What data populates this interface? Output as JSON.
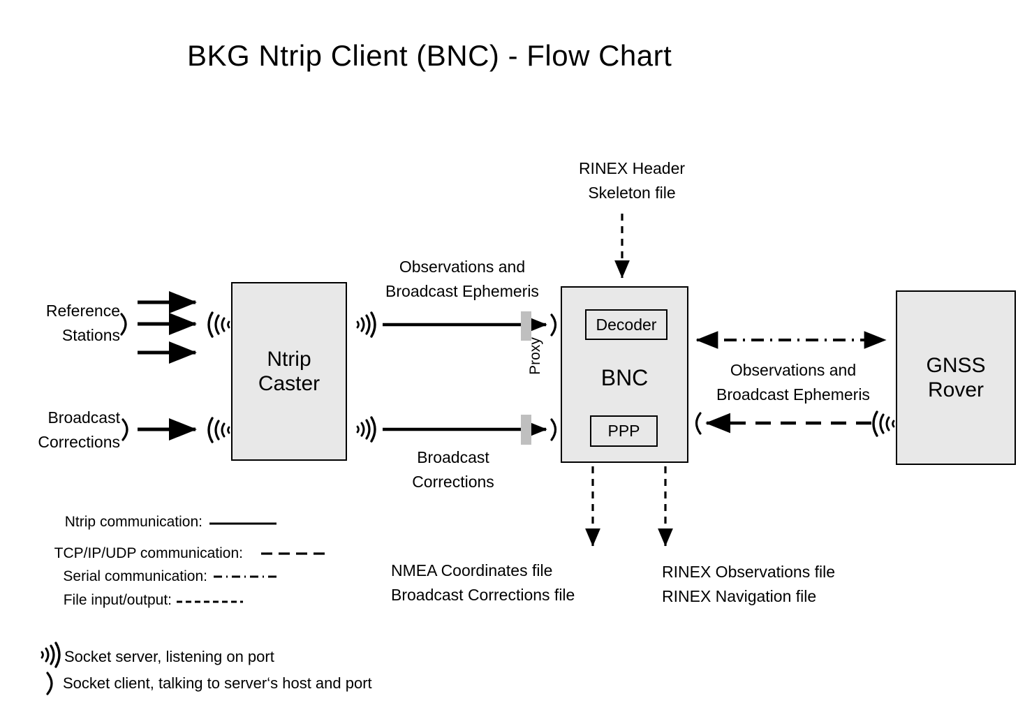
{
  "title": "BKG Ntrip Client (BNC)  -  Flow Chart",
  "nodes": {
    "ntrip_caster": "Ntrip\nCaster",
    "bnc": "BNC",
    "decoder": "Decoder",
    "ppp": "PPP",
    "gnss_rover": "GNSS\nRover"
  },
  "labels": {
    "reference_stations": "Reference\nStations",
    "broadcast_corrections_in": "Broadcast\nCorrections",
    "observations_and_ephemeris_left": "Observations and\nBroadcast Ephemeris",
    "broadcast_corrections_mid": "Broadcast\nCorrections",
    "rinex_header_skeleton": "RINEX Header\nSkeleton file",
    "observations_and_ephemeris_right": "Observations and\nBroadcast Ephemeris",
    "proxy": "Proxy",
    "nmea_outputs": "NMEA Coordinates file\nBroadcast Corrections file",
    "rinex_outputs": "RINEX Observations file\nRINEX Navigation file"
  },
  "legend": {
    "ntrip": "Ntrip communication:",
    "tcp": "TCP/IP/UDP communication:",
    "serial": "Serial communication:",
    "file": "File input/output:",
    "socket_server": "Socket server, listening on port",
    "socket_client": "Socket client, talking to server‘s host and port"
  },
  "colors": {
    "box_fill": "#E8E8E8",
    "stroke": "#000000",
    "proxy_bar": "#BFBFBF",
    "background": "#FFFFFF"
  },
  "chart_data": {
    "type": "diagram",
    "title": "BKG Ntrip Client (BNC)  -  Flow Chart",
    "nodes": [
      {
        "id": "reference-stations",
        "label": "Reference Stations",
        "kind": "text-source"
      },
      {
        "id": "broadcast-corrections-source",
        "label": "Broadcast Corrections",
        "kind": "text-source"
      },
      {
        "id": "ntrip-caster",
        "label": "Ntrip Caster",
        "kind": "box"
      },
      {
        "id": "bnc",
        "label": "BNC",
        "kind": "box",
        "children": [
          "Decoder",
          "PPP"
        ]
      },
      {
        "id": "gnss-rover",
        "label": "GNSS Rover",
        "kind": "box"
      },
      {
        "id": "rinex-header-skeleton",
        "label": "RINEX Header Skeleton file",
        "kind": "file"
      },
      {
        "id": "nmea-files",
        "label": "NMEA Coordinates file / Broadcast Corrections file",
        "kind": "file"
      },
      {
        "id": "rinex-files",
        "label": "RINEX Observations file / RINEX Navigation file",
        "kind": "file"
      }
    ],
    "edges": [
      {
        "from": "reference-stations",
        "to": "ntrip-caster",
        "style": "solid",
        "label": "",
        "direction": "forward",
        "count": 3
      },
      {
        "from": "broadcast-corrections-source",
        "to": "ntrip-caster",
        "style": "solid",
        "label": "",
        "direction": "forward",
        "count": 1
      },
      {
        "from": "ntrip-caster",
        "to": "bnc",
        "style": "solid",
        "label": "Observations and Broadcast Ephemeris",
        "direction": "forward",
        "via": "Proxy"
      },
      {
        "from": "ntrip-caster",
        "to": "bnc",
        "style": "solid",
        "label": "Broadcast Corrections",
        "direction": "forward",
        "via": "Proxy"
      },
      {
        "from": "rinex-header-skeleton",
        "to": "bnc",
        "style": "dotted",
        "label": "",
        "direction": "forward"
      },
      {
        "from": "bnc",
        "to": "gnss-rover",
        "style": "dash-dot",
        "label": "Observations and Broadcast Ephemeris",
        "direction": "both"
      },
      {
        "from": "gnss-rover",
        "to": "bnc",
        "style": "dashed",
        "label": "",
        "direction": "forward"
      },
      {
        "from": "bnc",
        "to": "nmea-files",
        "style": "dotted",
        "label": "",
        "direction": "forward"
      },
      {
        "from": "bnc",
        "to": "rinex-files",
        "style": "dotted",
        "label": "",
        "direction": "forward"
      }
    ],
    "legend_entries": [
      {
        "label": "Ntrip communication:",
        "style": "solid"
      },
      {
        "label": "TCP/IP/UDP communication:",
        "style": "dashed"
      },
      {
        "label": "Serial communication:",
        "style": "dash-dot"
      },
      {
        "label": "File input/output:",
        "style": "dotted"
      },
      {
        "label": "Socket server, listening on port",
        "style": "icon-socket-server"
      },
      {
        "label": "Socket client, talking to server‘s host and port",
        "style": "icon-socket-client"
      }
    ]
  }
}
